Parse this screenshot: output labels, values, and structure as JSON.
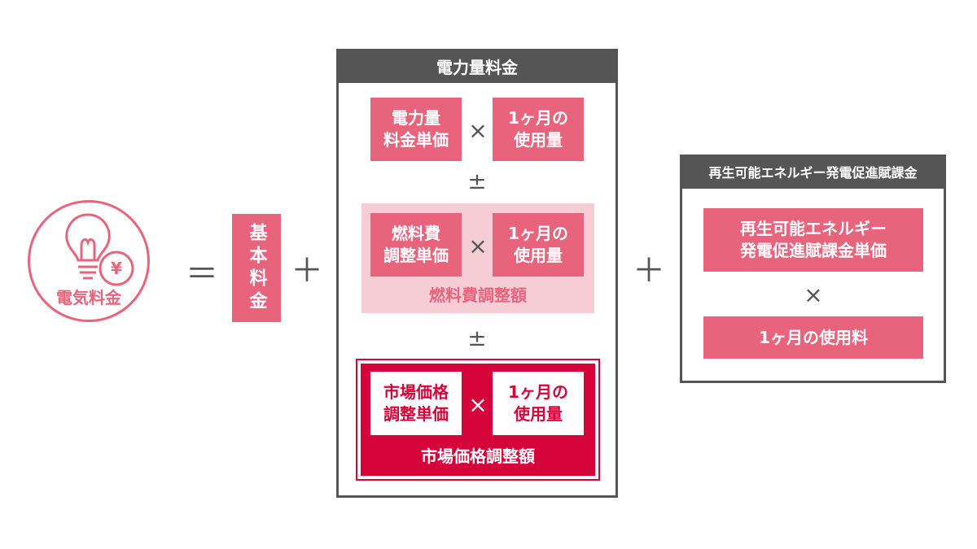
{
  "left": {
    "circle_label": "電気料金",
    "icon": "lightbulb-yen-icon",
    "yen_symbol": "¥"
  },
  "operators": {
    "equals": "＝",
    "plus_1": "＋",
    "plus_2": "＋",
    "times": "×",
    "plus_minus_1": "±",
    "plus_minus_2": "±"
  },
  "basic_fee": "基本料金",
  "energy_charge": {
    "title": "電力量料金",
    "row1": {
      "left_line1": "電力量",
      "left_line2": "料金単価",
      "right_line1": "1ヶ月の",
      "right_line2": "使用量"
    },
    "row2": {
      "left_line1": "燃料費",
      "left_line2": "調整単価",
      "right_line1": "1ヶ月の",
      "right_line2": "使用量",
      "footer": "燃料費調整額"
    },
    "row3": {
      "left_line1": "市場価格",
      "left_line2": "調整単価",
      "right_line1": "1ヶ月の",
      "right_line2": "使用量",
      "footer": "市場価格調整額"
    }
  },
  "renewable": {
    "title": "再生可能エネルギー発電促進賦課金",
    "box1_line1": "再生可能エネルギー",
    "box1_line2": "発電促進賦課金単価",
    "box2": "1ヶ月の使用料"
  },
  "colors": {
    "pink": "#e8647d",
    "light_pink": "#f7cdd5",
    "red": "#d5043a",
    "dark_gray": "#555555"
  }
}
